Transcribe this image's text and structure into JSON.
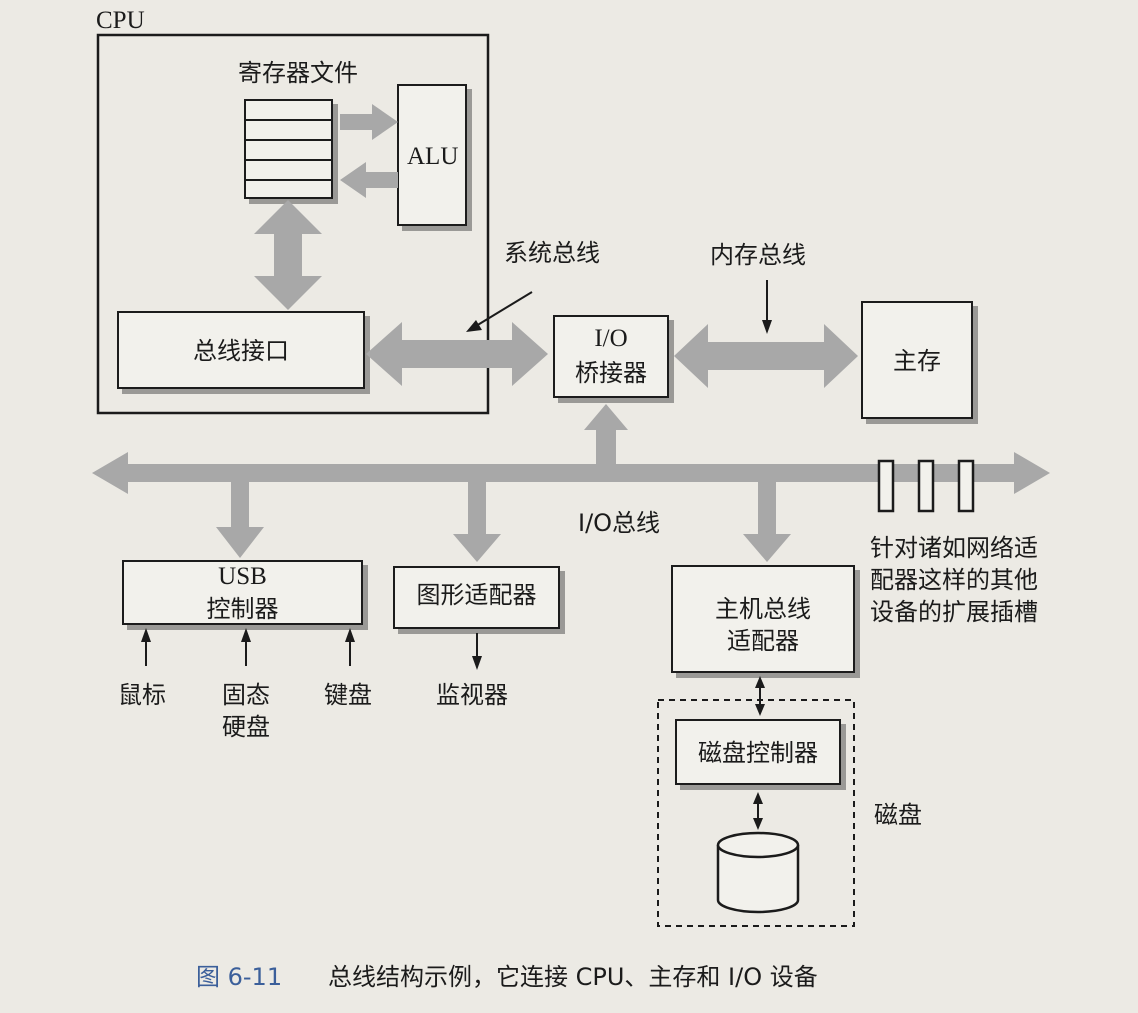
{
  "cpu": {
    "label": "CPU",
    "register_file": "寄存器文件",
    "alu": "ALU",
    "bus_interface": "总线接口"
  },
  "buses": {
    "system_bus": "系统总线",
    "memory_bus": "内存总线",
    "io_bus": "I/O总线"
  },
  "io_bridge": {
    "line1": "I/O",
    "line2": "桥接器"
  },
  "main_memory": "主存",
  "usb_controller": {
    "line1": "USB",
    "line2": "控制器"
  },
  "graphics_adapter": "图形适配器",
  "host_bus_adapter": {
    "line1": "主机总线",
    "line2": "适配器"
  },
  "expansion_slots": {
    "line1": "针对诸如网络适",
    "line2": "配器这样的其他",
    "line3": "设备的扩展插槽"
  },
  "devices": {
    "mouse": "鼠标",
    "ssd_line1": "固态",
    "ssd_line2": "硬盘",
    "keyboard": "键盘",
    "monitor": "监视器"
  },
  "disk": {
    "controller": "磁盘控制器",
    "label": "磁盘"
  },
  "caption": {
    "number": "图 6-11",
    "text": "总线结构示例，它连接 CPU、主存和 I/O 设备"
  },
  "colors": {
    "bus_arrow": "#a8a8a8",
    "box_fill": "#f2f1ec",
    "stroke": "#1b1b1b"
  }
}
